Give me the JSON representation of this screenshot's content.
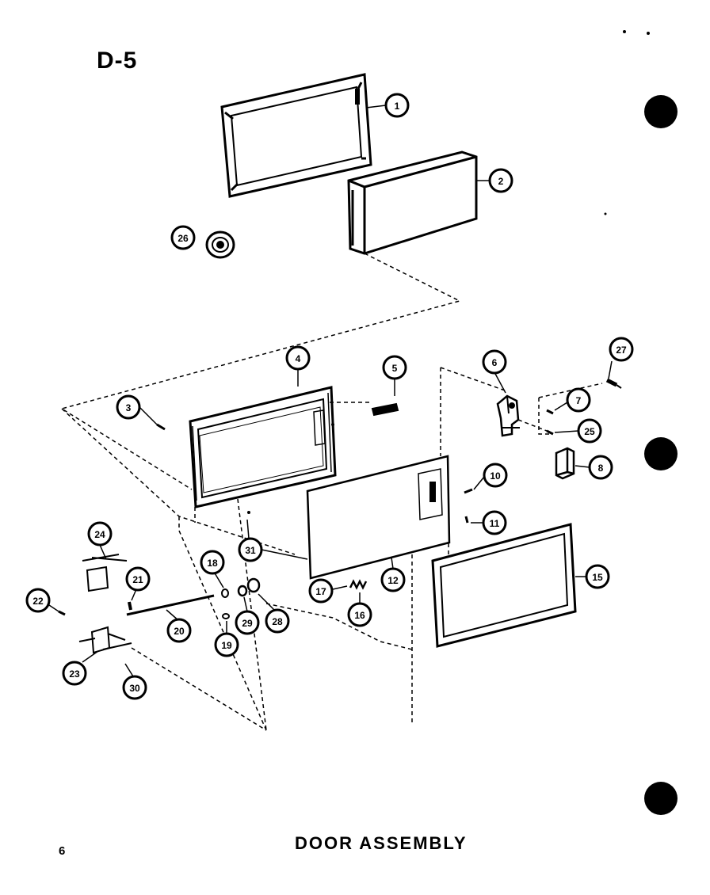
{
  "header": {
    "diagram_id": "D-5"
  },
  "footer": {
    "caption": "DOOR ASSEMBLY",
    "page_number": "6"
  },
  "callouts": [
    "1",
    "2",
    "3",
    "4",
    "5",
    "6",
    "7",
    "8",
    "10",
    "11",
    "12",
    "15",
    "16",
    "17",
    "18",
    "19",
    "20",
    "21",
    "22",
    "23",
    "24",
    "25",
    "26",
    "27",
    "28",
    "29",
    "30",
    "31"
  ],
  "colors": {
    "ink": "#000000",
    "paper": "#ffffff"
  }
}
